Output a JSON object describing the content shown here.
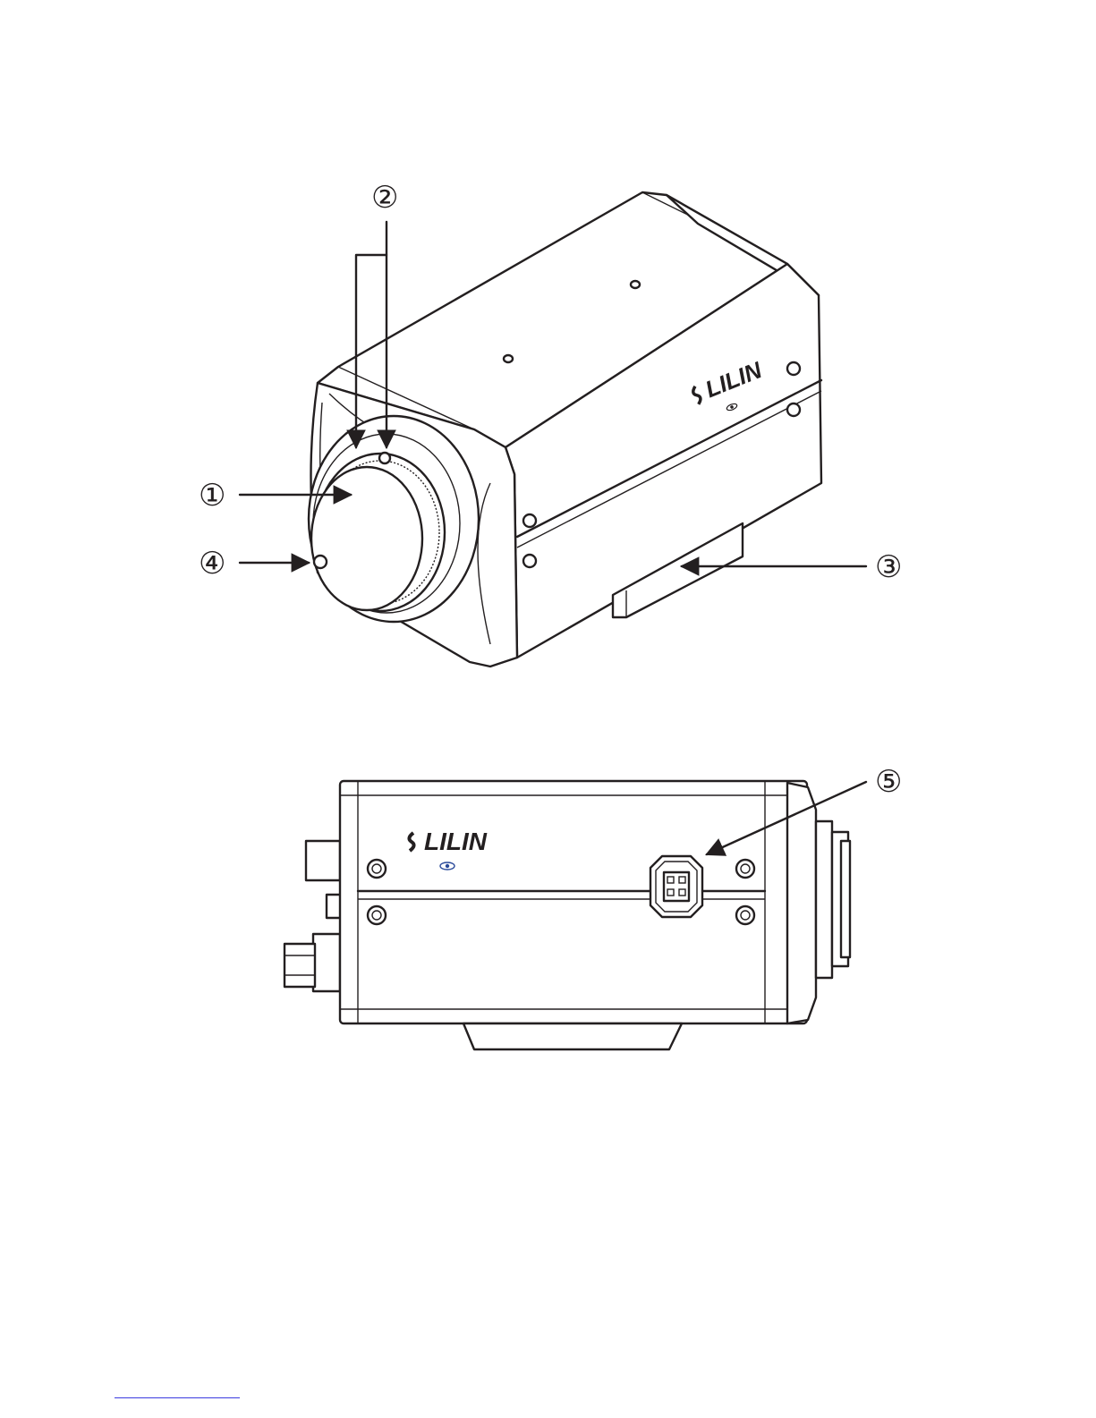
{
  "callouts": [
    {
      "id": "1",
      "label": "①"
    },
    {
      "id": "2",
      "label": "②"
    },
    {
      "id": "3",
      "label": "③"
    },
    {
      "id": "4",
      "label": "④"
    },
    {
      "id": "5",
      "label": "⑤"
    }
  ],
  "brand": {
    "logo_text": "LILIN"
  },
  "colors": {
    "ink": "#231f20",
    "eye_badge": "#2a4a9a",
    "link": "#3a3adf"
  },
  "icons": [
    "camera-front-view",
    "camera-side-view",
    "lens-cap",
    "eye-badge-icon",
    "arrow-icon"
  ]
}
